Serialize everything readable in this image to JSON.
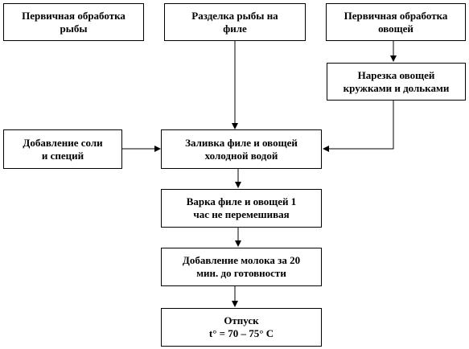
{
  "boxes": {
    "fish_primary": {
      "lines": [
        "Первичная обработка",
        "рыбы"
      ]
    },
    "fish_fillet": {
      "lines": [
        "Разделка рыбы на",
        "филе"
      ]
    },
    "veg_primary": {
      "lines": [
        "Первичная обработка",
        "овощей"
      ]
    },
    "veg_cut": {
      "lines": [
        "Нарезка овощей",
        "кружками и дольками"
      ]
    },
    "salt_spices": {
      "lines": [
        "Добавление соли",
        "и специй"
      ]
    },
    "pour_water": {
      "lines": [
        "Заливка филе и овощей",
        "холодной водой"
      ]
    },
    "boil": {
      "lines": [
        "Варка филе и овощей 1",
        "час не перемешивая"
      ]
    },
    "add_milk": {
      "lines": [
        "Добавление молока за 20",
        "мин. до готовности"
      ]
    },
    "serve": {
      "lines": [
        "Отпуск",
        "t° = 70 – 75° С"
      ]
    }
  }
}
